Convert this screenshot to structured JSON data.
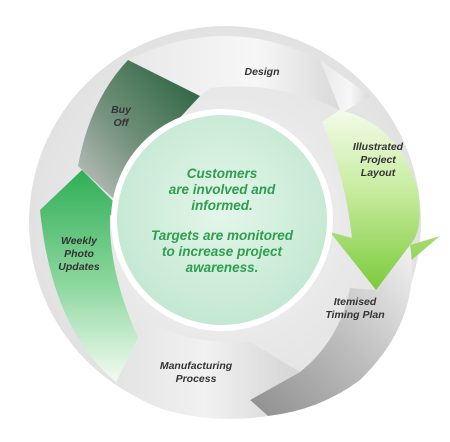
{
  "center": {
    "line1": "Customers",
    "line2": "are involved and",
    "line3": "informed.",
    "line4": "Targets are monitored",
    "line5": "to increase project",
    "line6": "awareness.",
    "text_color": "#2e9e4f"
  },
  "segments": {
    "design": {
      "line1": "Design"
    },
    "layout": {
      "line1": "Illustrated",
      "line2": "Project",
      "line3": "Layout"
    },
    "timing": {
      "line1": "Itemised",
      "line2": "Timing Plan"
    },
    "manufacturing": {
      "line1": "Manufacturing",
      "line2": "Process"
    },
    "weekly": {
      "line1": "Weekly",
      "line2": "Photo",
      "line3": "Updates"
    },
    "buyoff": {
      "line1": "Buy",
      "line2": "Off"
    }
  },
  "colors": {
    "label_dark": "#333333",
    "center_fill": "#cfeedd",
    "green_accent": "#8cd45a",
    "dark_green": "#2e6e44"
  }
}
